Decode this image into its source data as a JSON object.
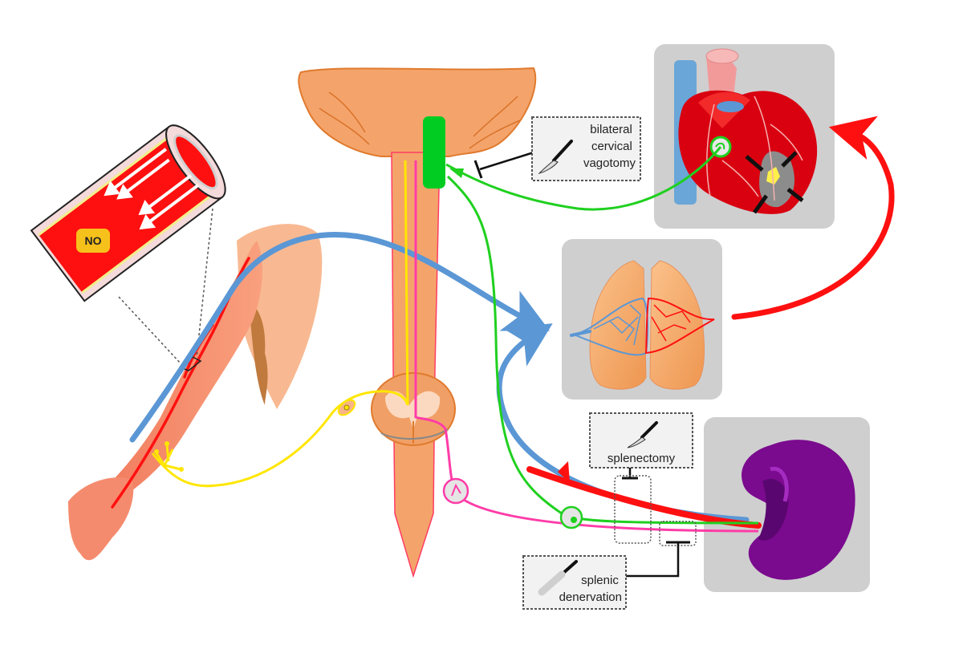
{
  "figure": {
    "title": "Neural reflex pathways: remote ischemic conditioning via spinal cord, vagus nerve and spleen",
    "colors": {
      "background": "#ffffff",
      "organ_panel": "#cfcfcf",
      "brainstem": "#f4a46a",
      "brainstem_outline": "#e07a2e",
      "vagal_nucleus": "#00cc22",
      "vagal_nerve": "#1fd01f",
      "sensory_nerve": "#ffe600",
      "sympathetic_nerve": "#ff3ca8",
      "venous_blood": "#5b97d5",
      "arterial_blood": "#ff1010",
      "heart": "#d90010",
      "infarct": "#8c8c8c",
      "infarct_core": "#ffef4a",
      "lung": "#f4a869",
      "spleen": "#7a0a8e",
      "no_badge": "#f7c11c",
      "inhibition_bar": "#111111"
    }
  },
  "organs": {
    "heart": {
      "name": "Heart",
      "infarct_arrows": 4
    },
    "lungs": {
      "name": "Lungs"
    },
    "spleen": {
      "name": "Spleen"
    },
    "brainstem": {
      "name": "Brainstem / dorsal motor nucleus of vagus"
    },
    "spinal_cord": {
      "name": "Spinal cord"
    },
    "arm": {
      "name": "Arm (remote conditioning site)"
    }
  },
  "vessel_inset": {
    "badge_label": "NO",
    "flow_arrows": 4
  },
  "interventions": [
    {
      "id": "vagotomy",
      "lines": [
        "bilateral",
        "cervical",
        "vagotomy"
      ]
    },
    {
      "id": "splenectomy",
      "lines": [
        "splenectomy"
      ]
    },
    {
      "id": "denervation",
      "lines": [
        "splenic",
        "denervation"
      ]
    }
  ],
  "pathways": [
    {
      "id": "sensory-afferent",
      "name": "Sensory afferent nerve",
      "color": "#ffe600"
    },
    {
      "id": "vagal-efferent",
      "name": "Vagal efferent to heart and spleen",
      "color": "#1fd01f"
    },
    {
      "id": "sympathetic",
      "name": "Sympathetic splenic nerve",
      "color": "#ff3ca8"
    },
    {
      "id": "venous-return",
      "name": "Venous return to lungs",
      "color": "#5b97d5"
    },
    {
      "id": "arterial-supply",
      "name": "Arterial flow to heart",
      "color": "#ff1010"
    }
  ]
}
